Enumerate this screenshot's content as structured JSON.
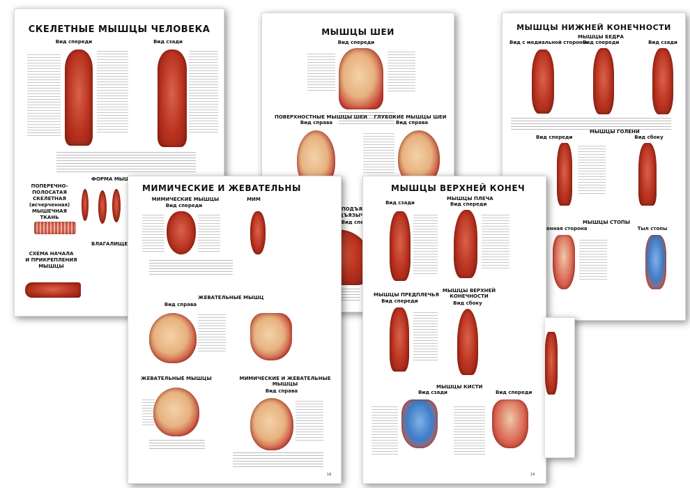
{
  "posters": {
    "skeletal": {
      "title": "СКЕЛЕТНЫЕ МЫШЦЫ ЧЕЛОВЕКА",
      "view_front": "Вид спереди",
      "view_back": "Вид сзади",
      "striated": "ПОПЕРЕЧНО-\nПОЛОСАТАЯ\nСКЕЛЕТНАЯ\n(исчерченная)\nМЫШЕЧНАЯ\nТКАНЬ",
      "muscle_shape": "ФОРМА МЫШ",
      "origin_scheme": "СХЕМА НАЧАЛА\nИ ПРИКРЕПЛЕНИЯ\nМЫШЦЫ",
      "tendon_sheath": "ВЛАГАЛИЩЕ СУХО"
    },
    "mimic": {
      "title": "МИМИЧЕСКИЕ И ЖЕВАТЕЛЬНЫ",
      "mimic_muscles": "МИМИЧЕСКИЕ МЫШЦЫ",
      "view_front": "Вид спереди",
      "mim_partial": "МИМ",
      "chewing_muscles_right": "ЖЕВАТЕЛЬНЫЕ МЫШЦ",
      "view_right": "Вид справа",
      "chewing_muscles": "ЖЕВАТЕЛЬНЫЕ МЫШЦЫ",
      "mimic_and_chewing": "МИМИЧЕСКИЕ И ЖЕВАТЕЛЬНЫЕ\nМЫШЦЫ",
      "view_right_2": "Вид справа",
      "page": "18"
    },
    "neck": {
      "title": "МЫШЦЫ ШЕИ",
      "view_front": "Вид спереди",
      "superficial": "ПОВЕРХНОСТНЫЕ МЫШЦЫ ШЕИ",
      "view_right": "Вид справа",
      "deep": "ГЛУБОКИЕ МЫШЦЫ ШЕИ",
      "view_right_2": "Вид справа",
      "hyoid": "НАДПОДЪЯЗЫЧНЫЕ\nИ ПОДПОДЪЯЗЫЧНЫЕ МЫШЦЫ",
      "view_front_2": "Вид спереди"
    },
    "upper": {
      "title": "МЫШЦЫ ВЕРХНЕЙ КОНЕЧ",
      "view_back": "Вид сзади",
      "shoulder": "МЫШЦЫ ПЛЕЧА",
      "view_front": "Вид спереди",
      "forearm": "МЫШЦЫ ПРЕДПЛЕЧЬЯ",
      "view_front_2": "Вид спереди",
      "upper_limb": "МЫШЦЫ ВЕРХНЕЙ\nКОНЕЧНОСТИ",
      "view_side": "Вид сбоку",
      "hand": "МЫШЦЫ КИСТИ",
      "view_back_2": "Вид сзади",
      "view_front_3": "Вид спереди",
      "page": "14"
    },
    "lower": {
      "title": "МЫШЦЫ НИЖНЕЙ КОНЕЧНОСТИ",
      "view_medial": "Вид с медиальной стороны",
      "thigh": "МЫШЦЫ БЕДРА",
      "view_front": "Вид спереди",
      "view_back": "Вид сзади",
      "view_front_2": "Вид спереди",
      "shin": "МЫШЦЫ ГОЛЕНИ",
      "view_side": "Вид сбоку",
      "foot": "МЫШЦЫ СТОПЫ",
      "plantar": "Подошвенная сторона",
      "dorsum": "Тыл стопы"
    }
  }
}
